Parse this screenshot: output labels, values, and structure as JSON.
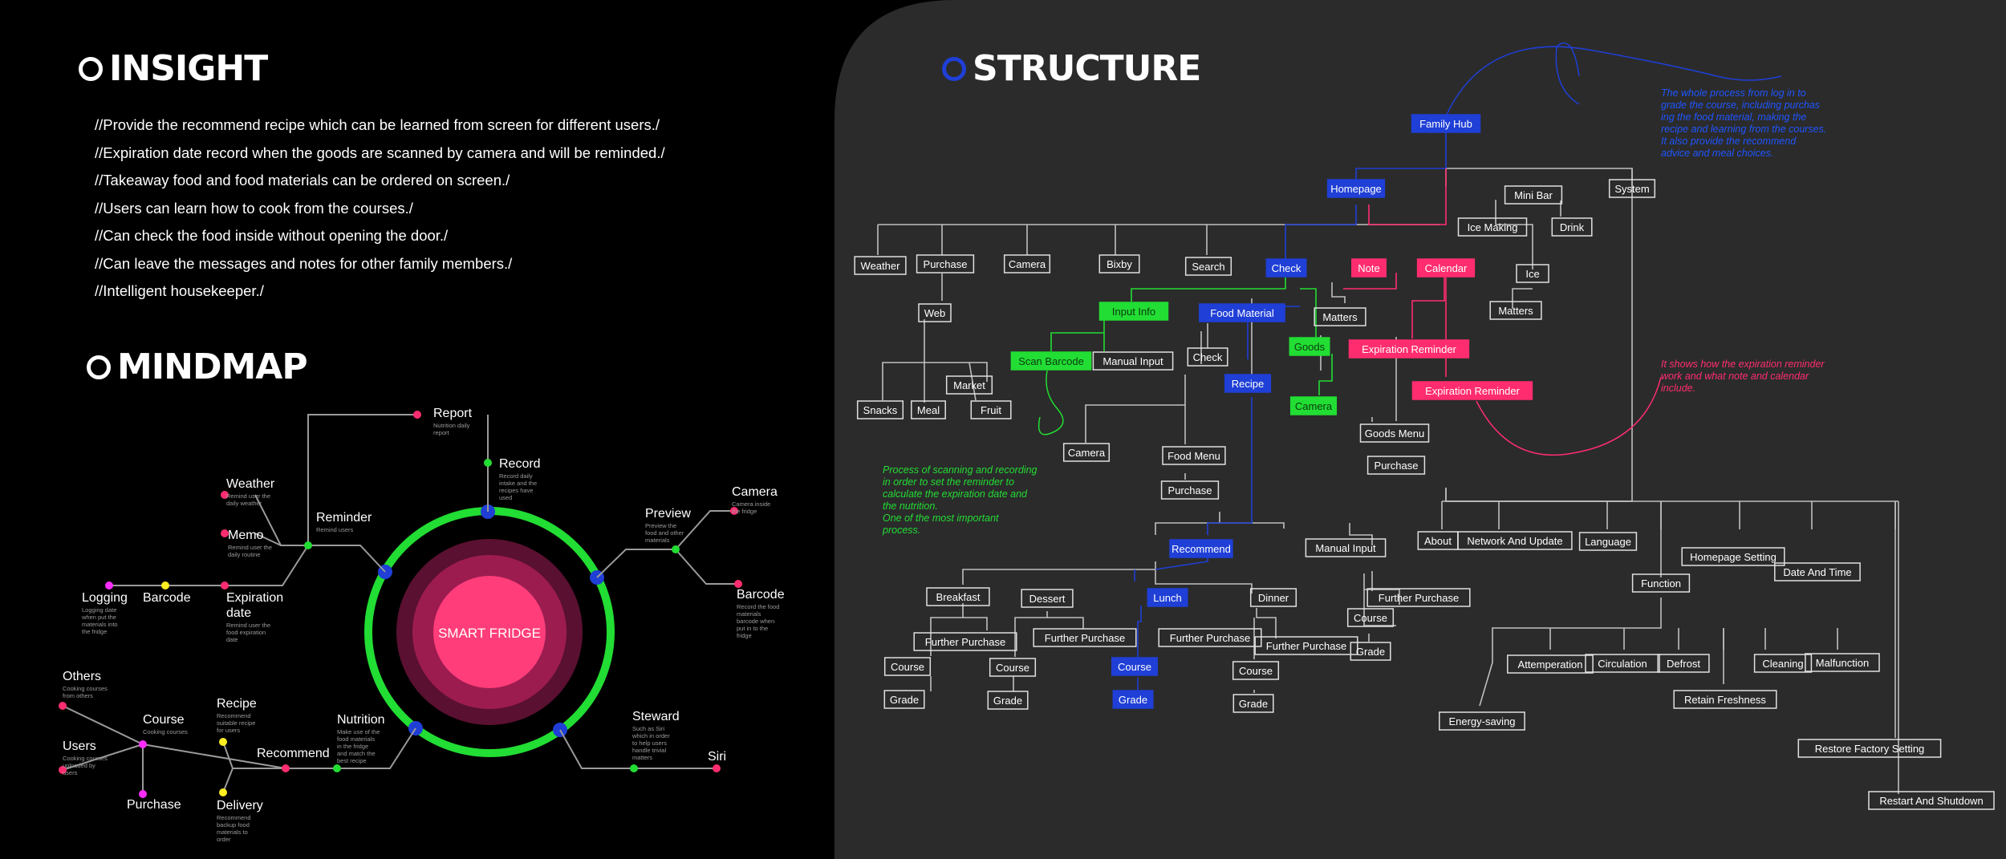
{
  "insight": {
    "title": "INSIGHT",
    "lines": [
      "//Provide the recommend recipe which can be learned from screen for different users./",
      "//Expiration date record when the goods are scanned by camera and will be reminded./",
      "//Takeaway food and food materials can be ordered on screen./",
      "//Users can learn how to cook from the courses./",
      "//Can check the food inside without opening the door./",
      "//Can leave the messages and notes for other family members./",
      "//Intelligent housekeeper./"
    ]
  },
  "mindmap": {
    "title": "MINDMAP",
    "center": "SMART FRIDGE",
    "nodes": [
      {
        "id": "report",
        "label": "Report",
        "desc": "Nutrition daily report",
        "color": "#ff2d6f"
      },
      {
        "id": "record",
        "label": "Record",
        "desc": "Record daily intake and the recipes have used",
        "color": "#22dd33"
      },
      {
        "id": "weather",
        "label": "Weather",
        "desc": "Remind user the daily weather",
        "color": "#ff2d6f"
      },
      {
        "id": "memo",
        "label": "Memo",
        "desc": "Remind user the daily routine",
        "color": "#ff2d6f"
      },
      {
        "id": "reminder",
        "label": "Reminder",
        "desc": "Remind users",
        "color": "#22dd33"
      },
      {
        "id": "logging",
        "label": "Logging",
        "desc": "Logging date when put the materials into the fridge",
        "color": "#ff2dff"
      },
      {
        "id": "barcode_l",
        "label": "Barcode",
        "desc": "",
        "color": "#ffee22"
      },
      {
        "id": "expiration",
        "label": "Expiration date",
        "desc": "Remind user the food expiration date",
        "color": "#ff2d6f"
      },
      {
        "id": "preview",
        "label": "Preview",
        "desc": "Preview the food and other materials",
        "color": "#22dd33"
      },
      {
        "id": "camera",
        "label": "Camera",
        "desc": "Camera inside the fridge",
        "color": "#ff2d6f"
      },
      {
        "id": "barcode_r",
        "label": "Barcode",
        "desc": "Record the food materials barcode when put in to the fridge",
        "color": "#ff2d6f"
      },
      {
        "id": "others",
        "label": "Others",
        "desc": "Cooking courses from others",
        "color": "#ff2d6f"
      },
      {
        "id": "users",
        "label": "Users",
        "desc": "Cooking courses uploaded by users",
        "color": "#ff2d6f"
      },
      {
        "id": "course",
        "label": "Course",
        "desc": "Cooking courses",
        "color": "#ff2dff"
      },
      {
        "id": "recipe",
        "label": "Recipe",
        "desc": "Recommend suitable recipe for users",
        "color": "#ffee22"
      },
      {
        "id": "recommend",
        "label": "Recommend",
        "desc": "",
        "color": "#ff2d6f"
      },
      {
        "id": "purchase",
        "label": "Purchase",
        "desc": "",
        "color": "#ff2dff"
      },
      {
        "id": "delivery",
        "label": "Delivery",
        "desc": "Recommend backup food materials to order",
        "color": "#ffee22"
      },
      {
        "id": "nutrition",
        "label": "Nutrition",
        "desc": "Make use of the food materials in the fridge and match the best recipe",
        "color": "#22dd33"
      },
      {
        "id": "steward",
        "label": "Steward",
        "desc": "Such as Siri which in order to help users handle trivial matters",
        "color": "#22dd33"
      },
      {
        "id": "siri",
        "label": "Siri",
        "desc": "",
        "color": "#ff2d6f"
      }
    ]
  },
  "structure": {
    "title": "STRUCTURE",
    "nodes": [
      {
        "id": "familyhub",
        "label": "Family Hub",
        "style": "blue"
      },
      {
        "id": "homepage",
        "label": "Homepage",
        "style": "blue"
      },
      {
        "id": "minibar",
        "label": "Mini Bar",
        "style": "outline"
      },
      {
        "id": "system",
        "label": "System",
        "style": "outline"
      },
      {
        "id": "icemaking",
        "label": "Ice Making",
        "style": "outline"
      },
      {
        "id": "drink",
        "label": "Drink",
        "style": "outline"
      },
      {
        "id": "ice",
        "label": "Ice",
        "style": "outline"
      },
      {
        "id": "matters_r",
        "label": "Matters",
        "style": "outline"
      },
      {
        "id": "weather",
        "label": "Weather",
        "style": "outline"
      },
      {
        "id": "purchase1",
        "label": "Purchase",
        "style": "outline"
      },
      {
        "id": "camera1",
        "label": "Camera",
        "style": "outline"
      },
      {
        "id": "bixby",
        "label": "Bixby",
        "style": "outline"
      },
      {
        "id": "search",
        "label": "Search",
        "style": "outline"
      },
      {
        "id": "check1",
        "label": "Check",
        "style": "blue"
      },
      {
        "id": "note",
        "label": "Note",
        "style": "pink"
      },
      {
        "id": "calendar",
        "label": "Calendar",
        "style": "pink"
      },
      {
        "id": "web",
        "label": "Web",
        "style": "outline"
      },
      {
        "id": "inputinfo",
        "label": "Input Info",
        "style": "green"
      },
      {
        "id": "foodmaterial",
        "label": "Food Material",
        "style": "blue"
      },
      {
        "id": "matters_l",
        "label": "Matters",
        "style": "outline"
      },
      {
        "id": "scanbarcode",
        "label": "Scan Barcode",
        "style": "green"
      },
      {
        "id": "manualinput1",
        "label": "Manual Input",
        "style": "outline"
      },
      {
        "id": "check2",
        "label": "Check",
        "style": "outline"
      },
      {
        "id": "goods",
        "label": "Goods",
        "style": "green"
      },
      {
        "id": "expreminder1",
        "label": "Expiration Reminder",
        "style": "pink"
      },
      {
        "id": "expreminder2",
        "label": "Expiration Reminder",
        "style": "pink"
      },
      {
        "id": "recipe",
        "label": "Recipe",
        "style": "blue"
      },
      {
        "id": "market",
        "label": "Market",
        "style": "outline"
      },
      {
        "id": "snacks",
        "label": "Snacks",
        "style": "outline"
      },
      {
        "id": "meal",
        "label": "Meal",
        "style": "outline"
      },
      {
        "id": "fruit",
        "label": "Fruit",
        "style": "outline"
      },
      {
        "id": "camera2",
        "label": "Camera",
        "style": "green"
      },
      {
        "id": "goodsmenu",
        "label": "Goods Menu",
        "style": "outline"
      },
      {
        "id": "camera3",
        "label": "Camera",
        "style": "outline"
      },
      {
        "id": "foodmenu",
        "label": "Food Menu",
        "style": "outline"
      },
      {
        "id": "purchase2",
        "label": "Purchase",
        "style": "outline"
      },
      {
        "id": "purchase3",
        "label": "Purchase",
        "style": "outline"
      },
      {
        "id": "recommend",
        "label": "Recommend",
        "style": "blue"
      },
      {
        "id": "manualinput2",
        "label": "Manual Input",
        "style": "outline"
      },
      {
        "id": "breakfast",
        "label": "Breakfast",
        "style": "outline"
      },
      {
        "id": "dessert",
        "label": "Dessert",
        "style": "outline"
      },
      {
        "id": "lunch",
        "label": "Lunch",
        "style": "blue"
      },
      {
        "id": "dinner",
        "label": "Dinner",
        "style": "outline"
      },
      {
        "id": "furtherpurchase1",
        "label": "Further Purchase",
        "style": "outline"
      },
      {
        "id": "furtherpurchase2",
        "label": "Further Purchase",
        "style": "outline"
      },
      {
        "id": "furtherpurchase3",
        "label": "Further Purchase",
        "style": "outline"
      },
      {
        "id": "furtherpurchase4",
        "label": "Further Purchase",
        "style": "outline"
      },
      {
        "id": "furtherpurchase5",
        "label": "Further Purchase",
        "style": "outline"
      },
      {
        "id": "course1",
        "label": "Course",
        "style": "outline"
      },
      {
        "id": "course2",
        "label": "Course",
        "style": "outline"
      },
      {
        "id": "course3",
        "label": "Course",
        "style": "blue"
      },
      {
        "id": "course4",
        "label": "Course",
        "style": "outline"
      },
      {
        "id": "course5",
        "label": "Course",
        "style": "outline"
      },
      {
        "id": "grade1",
        "label": "Grade",
        "style": "outline"
      },
      {
        "id": "grade2",
        "label": "Grade",
        "style": "outline"
      },
      {
        "id": "grade3",
        "label": "Grade",
        "style": "blue"
      },
      {
        "id": "grade4",
        "label": "Grade",
        "style": "outline"
      },
      {
        "id": "grade5",
        "label": "Grade",
        "style": "outline"
      },
      {
        "id": "about",
        "label": "About",
        "style": "outline"
      },
      {
        "id": "network",
        "label": "Network And Update",
        "style": "outline"
      },
      {
        "id": "language",
        "label": "Language",
        "style": "outline"
      },
      {
        "id": "function",
        "label": "Function",
        "style": "outline"
      },
      {
        "id": "homepagesetting",
        "label": "Homepage Setting",
        "style": "outline"
      },
      {
        "id": "dateandtime",
        "label": "Date And Time",
        "style": "outline"
      },
      {
        "id": "attemperation",
        "label": "Attemperation",
        "style": "outline"
      },
      {
        "id": "circulation",
        "label": "Circulation",
        "style": "outline"
      },
      {
        "id": "defrost",
        "label": "Defrost",
        "style": "outline"
      },
      {
        "id": "cleaning",
        "label": "Cleaning",
        "style": "outline"
      },
      {
        "id": "malfunction",
        "label": "Malfunction",
        "style": "outline"
      },
      {
        "id": "retainfreshness",
        "label": "Retain Freshness",
        "style": "outline"
      },
      {
        "id": "energysaving",
        "label": "Energy-saving",
        "style": "outline"
      },
      {
        "id": "restorefactory",
        "label": "Restore Factory Setting",
        "style": "outline"
      },
      {
        "id": "restartshutdown",
        "label": "Restart And Shutdown",
        "style": "outline"
      }
    ],
    "notes": {
      "blue": [
        "The whole process from log in to",
        "grade the course, including purchas",
        "ing the food material, making the",
        "recipe and learning from the courses.",
        "It also provide the recommend",
        "advice and meal choices."
      ],
      "green": [
        "Process of scanning and recording",
        "in order to set the reminder to",
        "calculate the expiration date and",
        "the nutrition.",
        "One of the most important",
        "process."
      ],
      "pink": [
        "It shows how the expiration reminder",
        "work and what note and calendar",
        "include."
      ]
    }
  },
  "colors": {
    "blue": "#1f3fd6",
    "green": "#22dd33",
    "pink": "#ff2d6f",
    "panel": "#2b2b2b"
  }
}
